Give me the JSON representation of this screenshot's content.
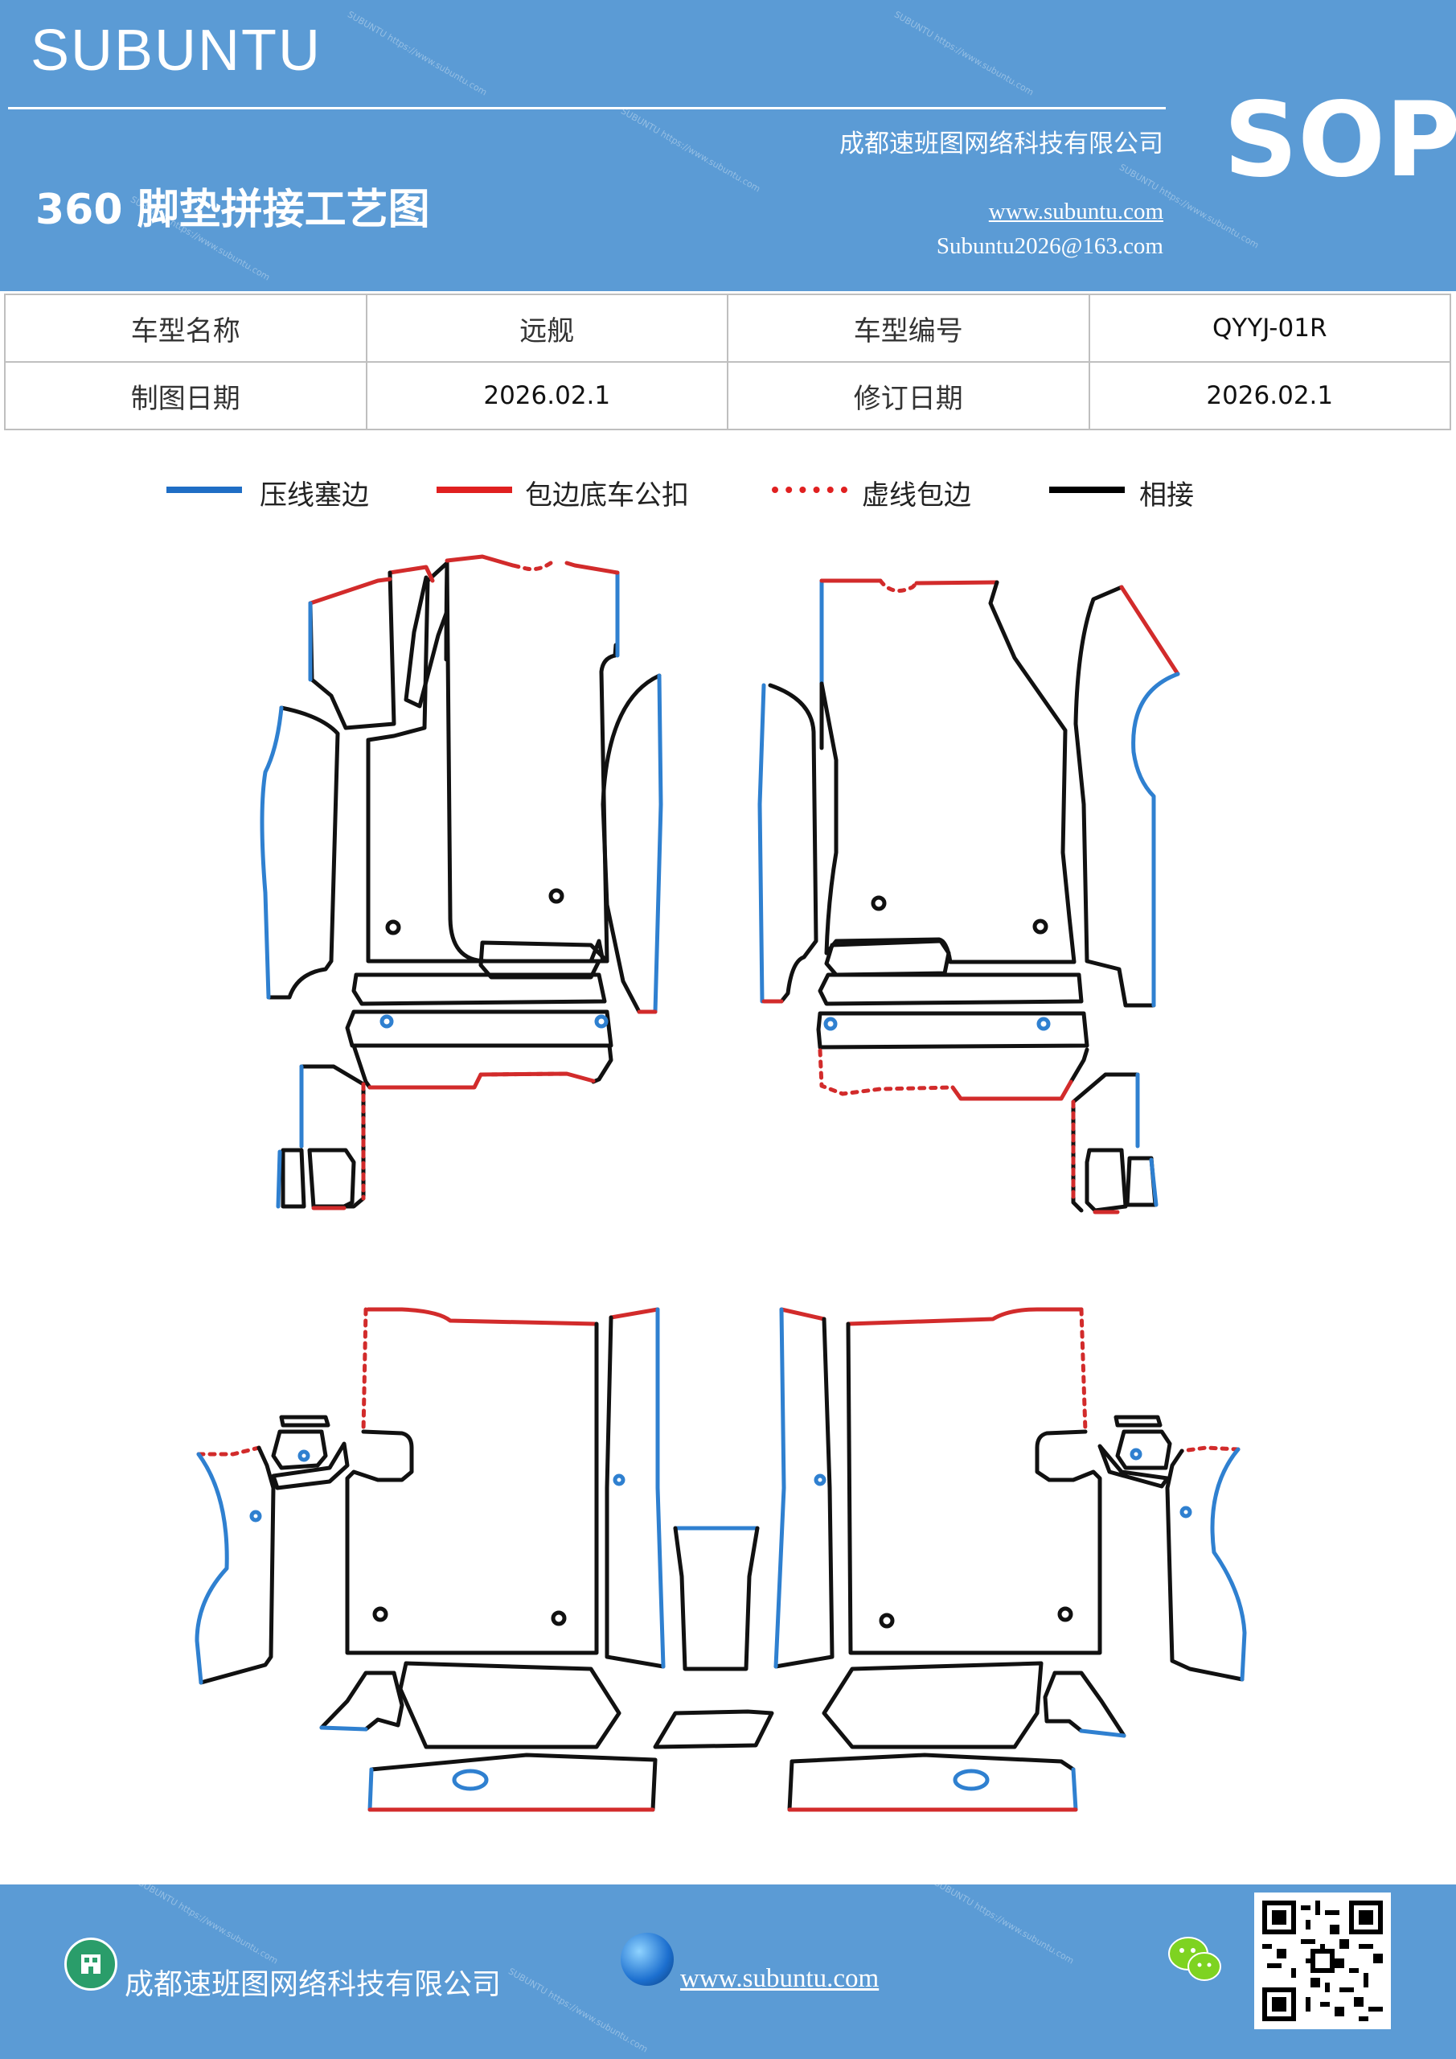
{
  "header": {
    "brand": "SUBUNTU",
    "badge": "SOP",
    "company": "成都速班图网络科技有限公司",
    "title": "360 脚垫拼接工艺图",
    "website": "www.subuntu.com",
    "email": "Subuntu2026@163.com",
    "watermark": "SUBUNTU https://www.subuntu.com"
  },
  "info_table": {
    "rows": [
      {
        "label1": "车型名称",
        "value1": "远舰",
        "label2": "车型编号",
        "value2": "QYYJ-01R"
      },
      {
        "label1": "制图日期",
        "value1": "2026.02.1",
        "label2": "修订日期",
        "value2": "2026.02.1"
      }
    ]
  },
  "legend": {
    "items": [
      {
        "label": "压线塞边",
        "color": "#1f6ec5",
        "style": "solid"
      },
      {
        "label": "包边底车公扣",
        "color": "#e02020",
        "style": "solid"
      },
      {
        "label": "虚线包边",
        "color": "#e02020",
        "style": "dotted"
      },
      {
        "label": "相接",
        "color": "#000000",
        "style": "solid"
      }
    ]
  },
  "colors": {
    "header_bg": "#5b9bd5",
    "blue_edge": "#2f80d0",
    "red_edge": "#d22b2b",
    "join_line": "#111111"
  },
  "footer": {
    "company": "成都速班图网络科技有限公司",
    "website": "www.subuntu.com",
    "icons": [
      "company-icon",
      "globe-icon",
      "wechat-icon",
      "qr-code"
    ]
  }
}
